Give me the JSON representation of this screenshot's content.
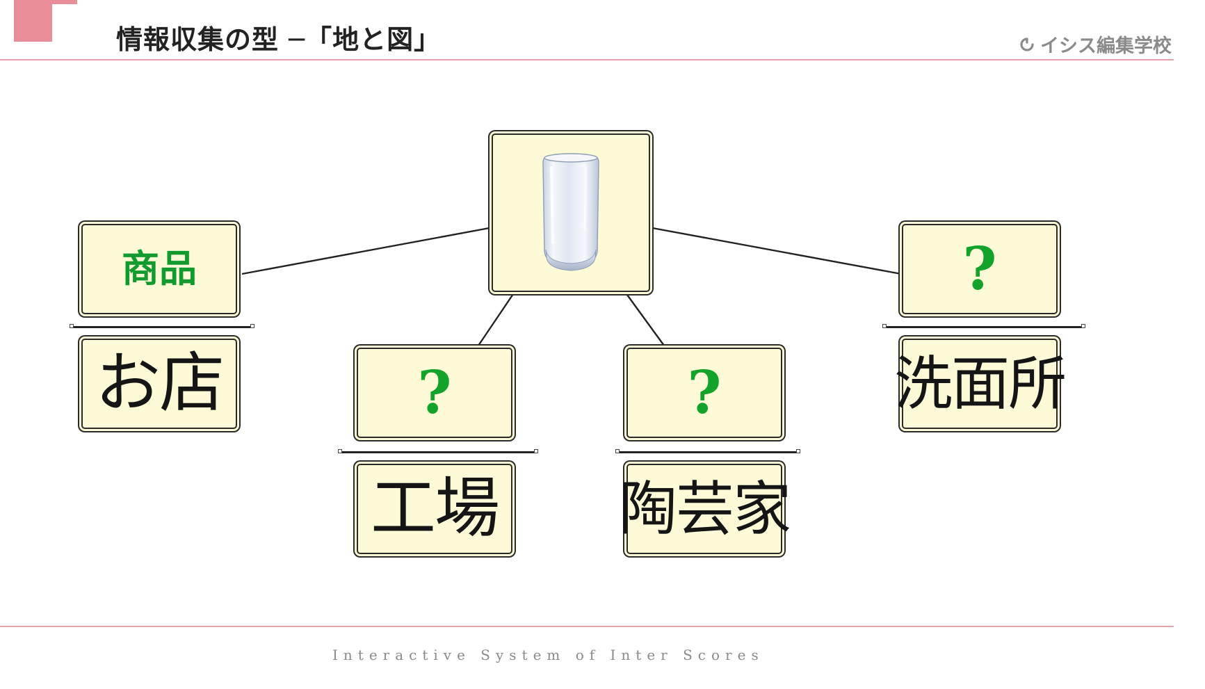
{
  "header": {
    "title": "情報収集の型 ─「地と図」",
    "brand": "イシス編集学校"
  },
  "diagram": {
    "center_icon": "glass-tumbler-icon",
    "nodes": [
      {
        "id": "shop",
        "figure": "商品",
        "ground": "お店"
      },
      {
        "id": "factory",
        "figure": "?",
        "ground": "工場"
      },
      {
        "id": "potter",
        "figure": "?",
        "ground": "陶芸家"
      },
      {
        "id": "washroom",
        "figure": "?",
        "ground": "洗面所"
      }
    ]
  },
  "footer": {
    "tagline": "Interactive System of Inter Scores"
  },
  "colors": {
    "accent": "#e98e98",
    "rule": "#e5a3aa",
    "box_fill": "#fdfbd7",
    "figure_text": "#119b2f"
  }
}
